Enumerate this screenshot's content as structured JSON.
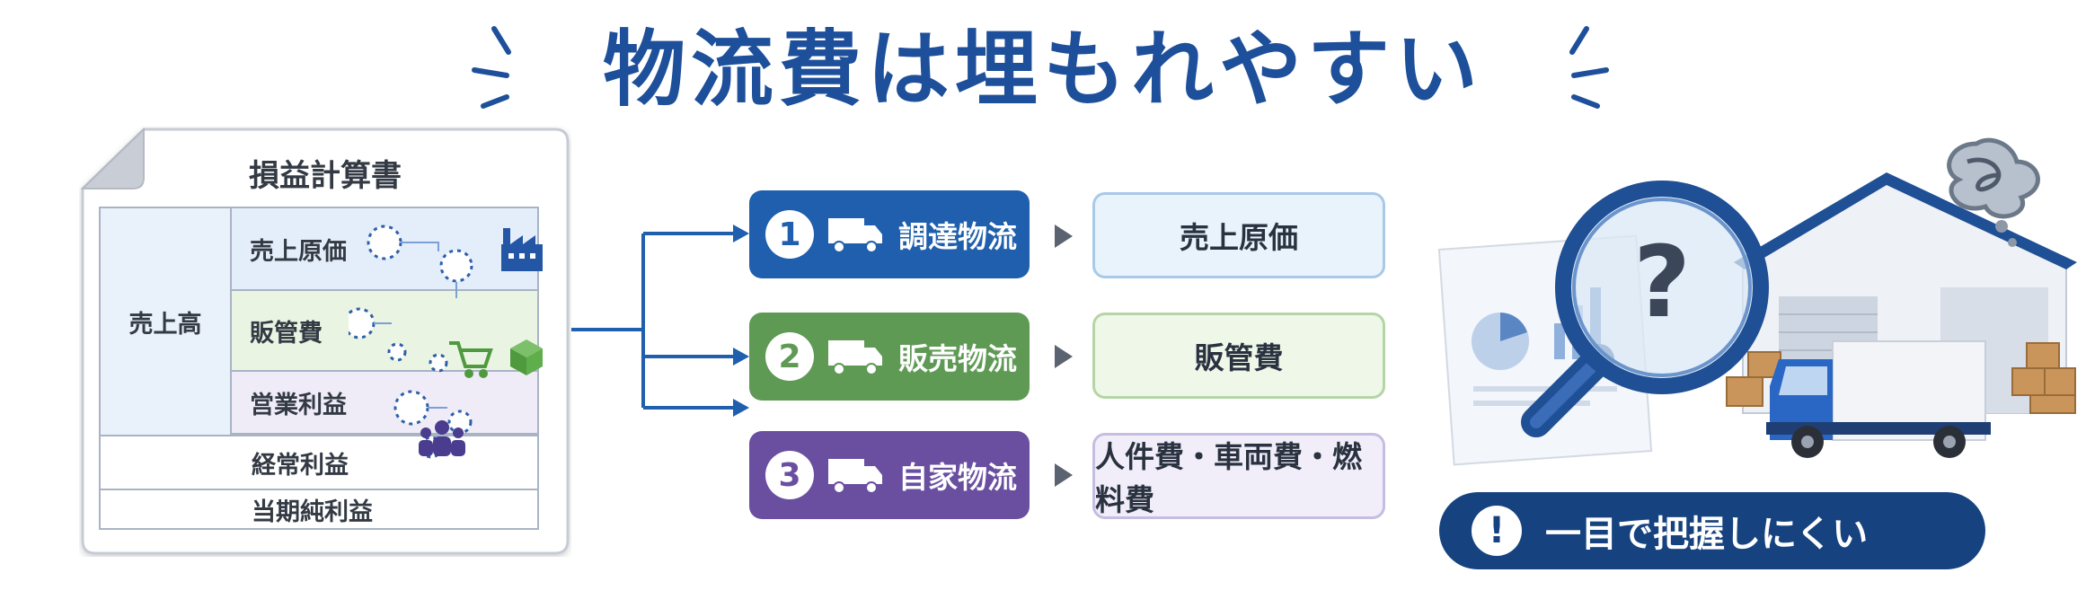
{
  "title": "物流費は埋もれやすい",
  "statement": {
    "title": "損益計算書",
    "revenue_label": "売上高",
    "rows": [
      {
        "label": "売上原価"
      },
      {
        "label": "販管費"
      },
      {
        "label": "営業利益"
      },
      {
        "label": "経常利益"
      },
      {
        "label": "当期純利益"
      }
    ]
  },
  "flows": [
    {
      "number": "1",
      "label": "調達物流",
      "result": "売上原価",
      "color": "#1f5fad",
      "result_bg": "#e9f3fc",
      "result_border": "#a9c9e8"
    },
    {
      "number": "2",
      "label": "販売物流",
      "result": "販管費",
      "color": "#5f9a55",
      "result_bg": "#eef7e8",
      "result_border": "#b5d5a6"
    },
    {
      "number": "3",
      "label": "自家物流",
      "result": "人件費・車両費・燃料費",
      "color": "#6a4fa0",
      "result_bg": "#f1eefa",
      "result_border": "#c5bde2"
    }
  ],
  "callout": {
    "icon": "!",
    "label": "一目で把握しにくい"
  },
  "question_mark": "?",
  "colors": {
    "title": "#1d4f9a",
    "connector": "#1f5fad",
    "pill": "#16437f"
  }
}
